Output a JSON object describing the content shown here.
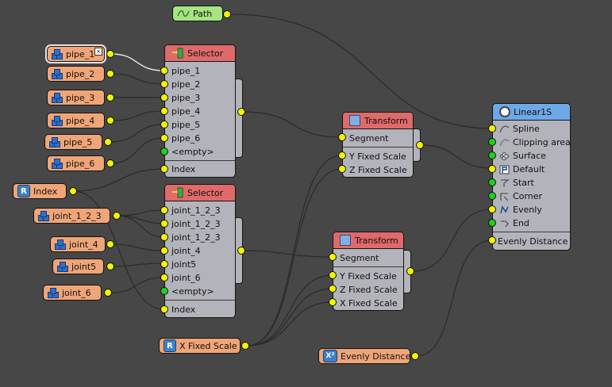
{
  "inputs": {
    "path": "Path",
    "pipe_1": "pipe_1",
    "pipe_2": "pipe_2",
    "pipe_3": "pipe_3",
    "pipe_4": "pipe_4",
    "pipe_5": "pipe_5",
    "pipe_6": "pipe_6",
    "index": "Index",
    "joint_1_2_3": "joint_1_2_3",
    "joint_4": "joint_4",
    "joint5": "joint5",
    "joint_6": "joint_6",
    "x_fixed_scale": "X Fixed Scale",
    "evenly_distance": "Evenly Distance"
  },
  "selector_top": {
    "title": "Selector",
    "rows": [
      "pipe_1",
      "pipe_2",
      "pipe_3",
      "pipe_4",
      "pipe_5",
      "pipe_6",
      "<empty>"
    ],
    "index": "Index"
  },
  "selector_bottom": {
    "title": "Selector",
    "rows": [
      "joint_1_2_3",
      "joint_1_2_3",
      "joint_1_2_3",
      "joint_4",
      "joint5",
      "joint_6",
      "<empty>"
    ],
    "index": "Index"
  },
  "transform_top": {
    "title": "Transform",
    "rows": [
      "Segment",
      "Y Fixed Scale",
      "Z Fixed Scale"
    ]
  },
  "transform_bottom": {
    "title": "Transform",
    "rows": [
      "Segment",
      "Y Fixed Scale",
      "Z Fixed Scale",
      "X Fixed Scale"
    ]
  },
  "linear": {
    "title": "Linear1S",
    "rows": [
      "Spline",
      "Clipping area",
      "Surface",
      "Default",
      "Start",
      "Corner",
      "Evenly",
      "End"
    ],
    "extra": "Evenly Distance"
  },
  "colors": {
    "background": "#474747",
    "input_node": "#efa577",
    "path_node": "#a6e482",
    "selector_header": "#e06a6a",
    "linear_header": "#6ea8e6",
    "node_body": "#b3b3bb",
    "pin_yellow": "#f4f400",
    "pin_green": "#20d020"
  },
  "icons": {
    "path": "wave-icon",
    "pipe": "cubes-icon",
    "index": "r-icon",
    "x_fixed_scale": "r-icon",
    "evenly_distance": "x-squared-icon"
  }
}
